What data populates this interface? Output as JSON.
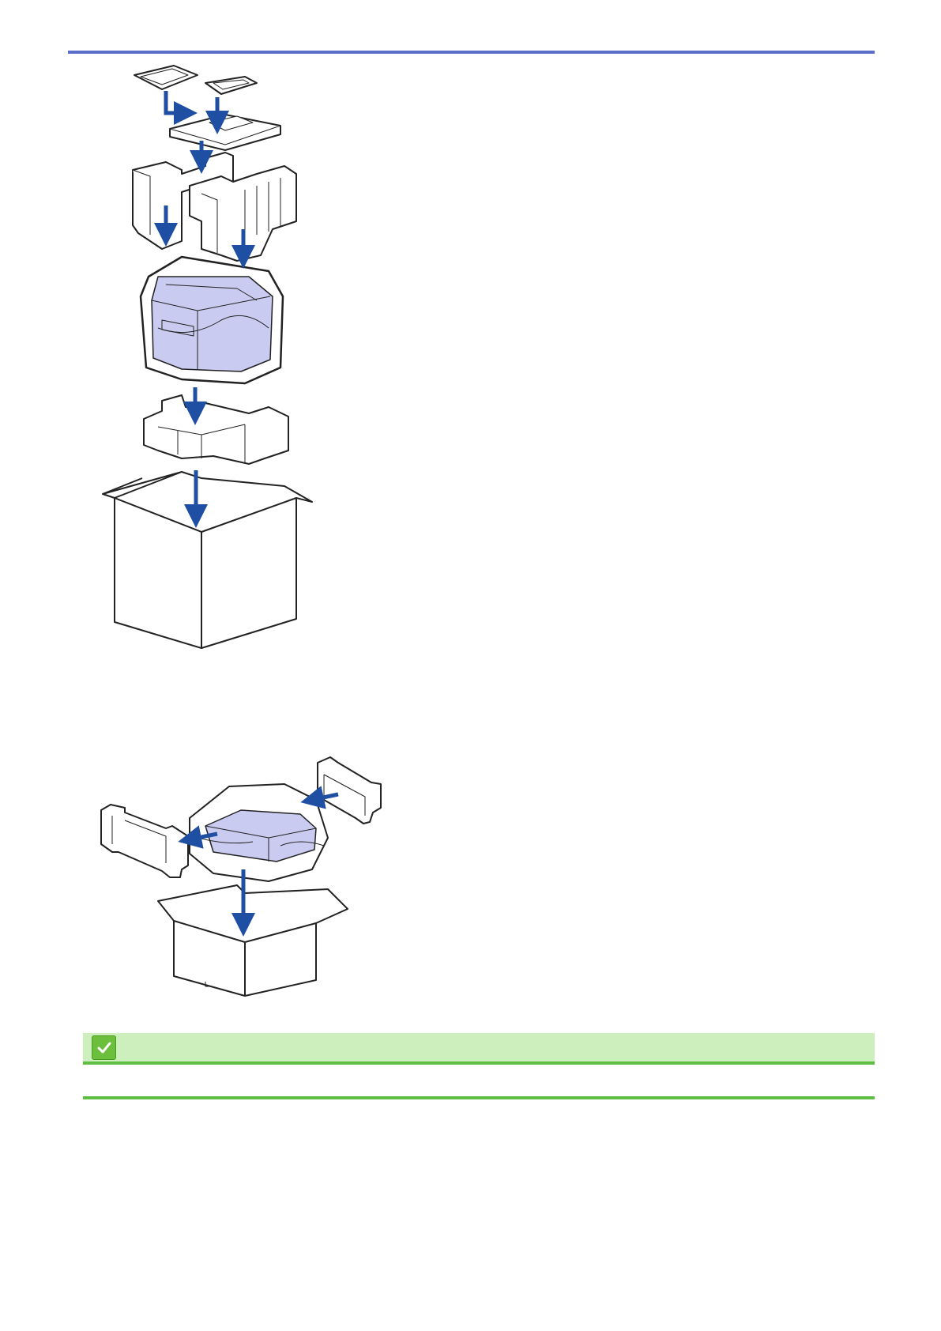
{
  "colors": {
    "top_rule": "#5b6ec9",
    "arrow_blue": "#1f4fa3",
    "printer_fill": "#c9cbf1",
    "note_bar_bg": "#cdeebd",
    "note_rule": "#5ec042",
    "note_icon_bg": "#6cbf3c"
  },
  "illustrations": [
    {
      "name": "printer-packing-stack",
      "icon": "packing-illustration"
    },
    {
      "name": "tray-packing",
      "icon": "packing-illustration"
    }
  ],
  "note": {
    "icon": "checkmark-icon"
  }
}
